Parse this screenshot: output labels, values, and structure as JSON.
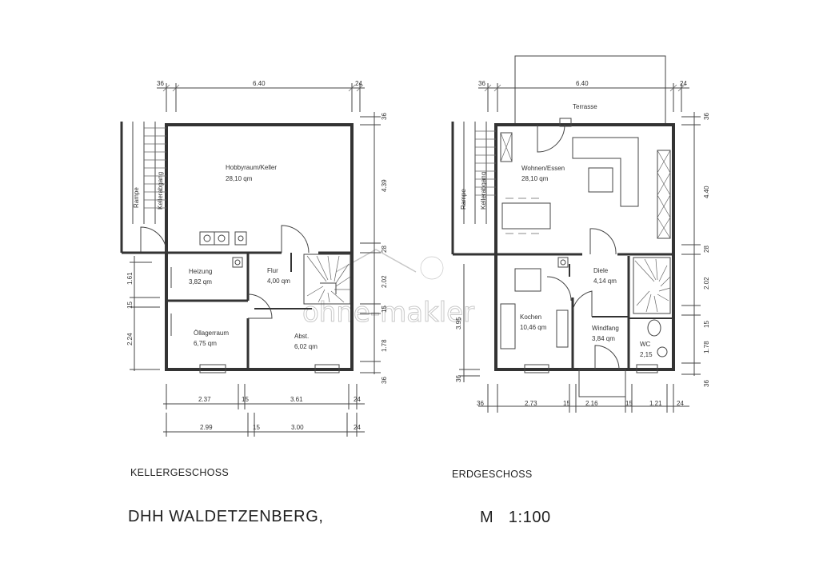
{
  "watermark": "ohne-makler",
  "basement": {
    "caption": "KELLERGESCHOSS",
    "rooms": {
      "hobby": {
        "name": "Hobbyraum/Keller",
        "area": "28,10 qm"
      },
      "heizung": {
        "name": "Heizung",
        "area": "3,82 qm"
      },
      "flur": {
        "name": "Flur",
        "area": "4,00 qm"
      },
      "oellager": {
        "name": "Öllagerraum",
        "area": "6,75 qm"
      },
      "abst": {
        "name": "Abst.",
        "area": "6,02  qm"
      }
    },
    "rampe": "Rampe",
    "kellerabgang": "Kellerabgang",
    "dims": {
      "top_left": "36",
      "top_width": "6.40",
      "top_right": "24",
      "right_1": "36",
      "right_2": "4.39",
      "right_3": "28",
      "right_4": "2.02",
      "right_5": "15",
      "right_6": "1.78",
      "right_7": "36",
      "left_1": "1.61",
      "left_2": "15",
      "left_3": "2.24",
      "bottom1_a": "2.37",
      "bottom1_b": "15",
      "bottom1_c": "3.61",
      "bottom1_d": "24",
      "bottom2_a": "2.99",
      "bottom2_b": "15",
      "bottom2_c": "3.00",
      "bottom2_d": "24"
    }
  },
  "ground": {
    "caption": "ERDGESCHOSS",
    "terrace": "Terrasse",
    "rooms": {
      "wohnen": {
        "name": "Wohnen/Essen",
        "area": "28,10 qm"
      },
      "diele": {
        "name": "Diele",
        "area": "4,14 qm"
      },
      "kochen": {
        "name": "Kochen",
        "area": "10,46 qm"
      },
      "windfang": {
        "name": "Windfang",
        "area": "3,84 qm"
      },
      "wc": {
        "name": "WC",
        "area": "2,15"
      }
    },
    "rampe": "Rampe",
    "kellerabgang": "Kellerabgang",
    "dims": {
      "top_left": "36",
      "top_width": "6.40",
      "top_right": "24",
      "right_1": "36",
      "right_2": "4.40",
      "right_3": "28",
      "right_4": "2.02",
      "right_5": "15",
      "right_6": "1.78",
      "right_7": "36",
      "left_1": "3.95",
      "left_2": "36",
      "bottom_a": "36",
      "bottom_b": "2.73",
      "bottom_c": "15",
      "bottom_d": "2.16",
      "bottom_e": "15",
      "bottom_f": "1.21",
      "bottom_g": "24"
    }
  },
  "title": "DHH WALDETZENBERG,",
  "scale": "M   1:100"
}
